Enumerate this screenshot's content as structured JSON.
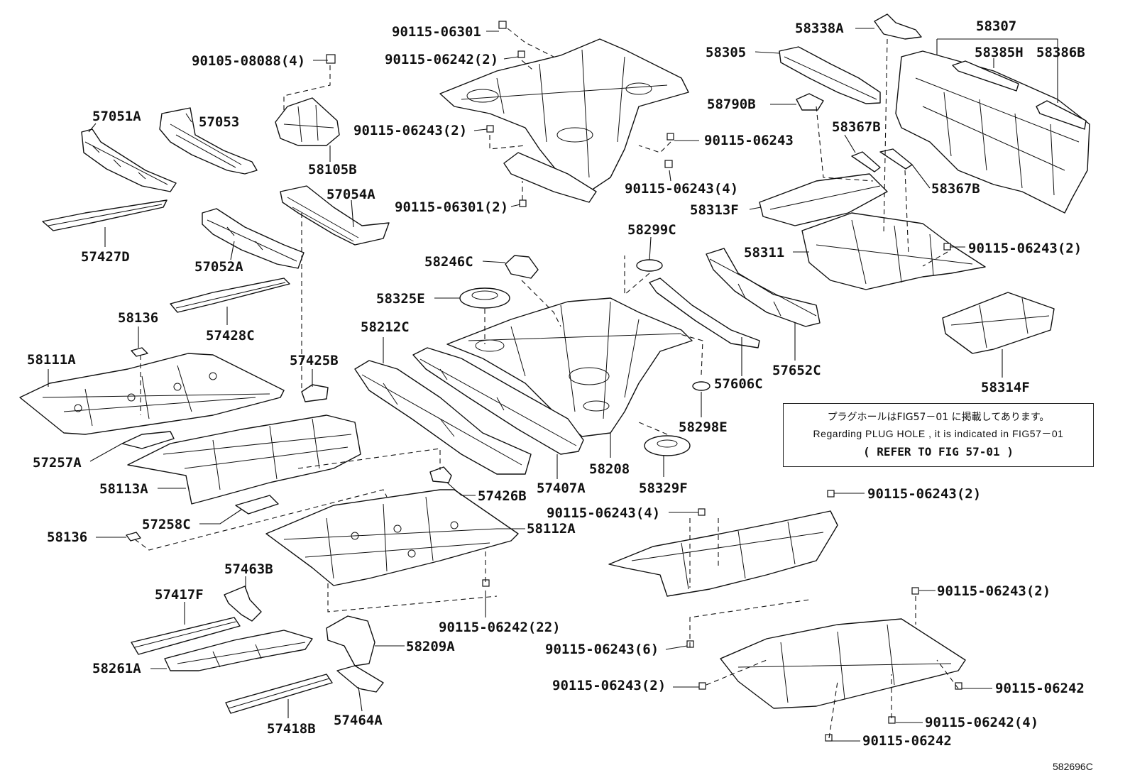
{
  "labels": {
    "p90115_06301_a": "90115-06301",
    "p90115_06242_2": "90115-06242(2)",
    "p90105_08088_4": "90105-08088(4)",
    "p57051A": "57051A",
    "p57053": "57053",
    "p90115_06243_2_a": "90115-06243(2)",
    "p90115_06243_a": "90115-06243",
    "p58105B": "58105B",
    "p90115_06243_4_a": "90115-06243(4)",
    "p57054A": "57054A",
    "p90115_06301_2": "90115-06301(2)",
    "p57427D": "57427D",
    "p57052A": "57052A",
    "p58338A": "58338A",
    "p58307": "58307",
    "p58305": "58305",
    "p58385H": "58385H",
    "p58386B": "58386B",
    "p58790B": "58790B",
    "p58367B_a": "58367B",
    "p58367B_b": "58367B",
    "p58313F": "58313F",
    "p58311": "58311",
    "p90115_06243_2_b": "90115-06243(2)",
    "p58299C": "58299C",
    "p58246C": "58246C",
    "p58325E": "58325E",
    "p57428C": "57428C",
    "p58136_a": "58136",
    "p58212C": "58212C",
    "p58111A": "58111A",
    "p57425B": "57425B",
    "p57606C": "57606C",
    "p57652C": "57652C",
    "p58314F": "58314F",
    "p58298E": "58298E",
    "p57257A": "57257A",
    "p58208": "58208",
    "p58113A": "58113A",
    "p57407A": "57407A",
    "p58329F": "58329F",
    "p57426B": "57426B",
    "p90115_06243_2_c": "90115-06243(2)",
    "p90115_06243_4_b": "90115-06243(4)",
    "p57258C": "57258C",
    "p58112A": "58112A",
    "p58136_b": "58136",
    "p57463B": "57463B",
    "p57417F": "57417F",
    "p90115_06243_2_d": "90115-06243(2)",
    "p90115_06242_22": "90115-06242(22)",
    "p58209A": "58209A",
    "p90115_06243_6": "90115-06243(6)",
    "p58261A": "58261A",
    "p90115_06243_2_e": "90115-06243(2)",
    "p90115_06242_a": "90115-06242",
    "p57418B": "57418B",
    "p57464A": "57464A",
    "p90115_06242_4": "90115-06242(4)",
    "p90115_06242_b": "90115-06242"
  },
  "note": {
    "line1": "プラグホールはFIG57－01 に掲載してあります。",
    "line2": "Regarding PLUG HOLE , it is indicated in FIG57－01",
    "line3": "( REFER TO FIG 57-01 )"
  },
  "figure_code": "582696C"
}
